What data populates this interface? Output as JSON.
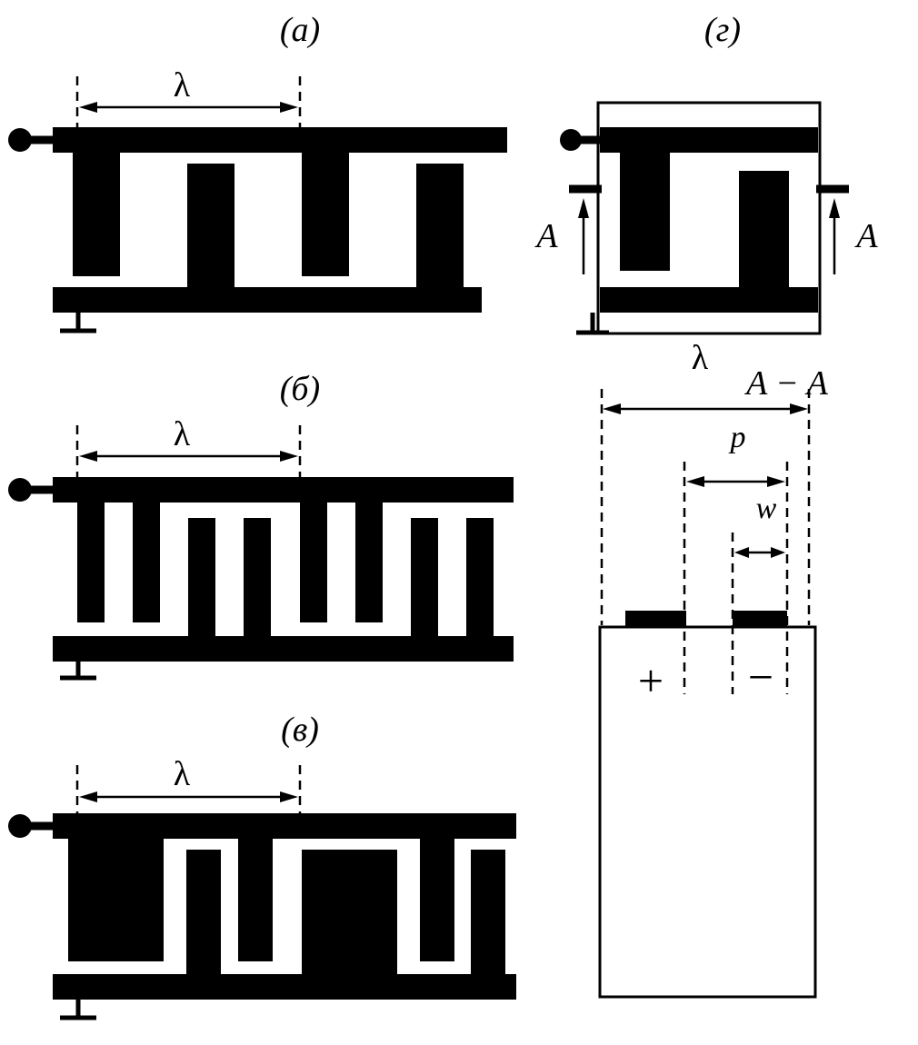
{
  "figure": {
    "colors": {
      "ink": "#000000",
      "background": "#ffffff"
    },
    "panel_a": {
      "label": "(а)",
      "dim_lambda": "λ"
    },
    "panel_b": {
      "label": "(б)",
      "dim_lambda": "λ"
    },
    "panel_v": {
      "label": "(в)",
      "dim_lambda": "λ"
    },
    "panel_g": {
      "label": "(г)",
      "section_arrow_left": "A",
      "section_arrow_right": "A"
    },
    "section": {
      "label": "A − A",
      "dim_lambda": "λ",
      "dim_p": "p",
      "dim_w": "w",
      "polarity_plus": "+",
      "polarity_minus": "−"
    }
  }
}
